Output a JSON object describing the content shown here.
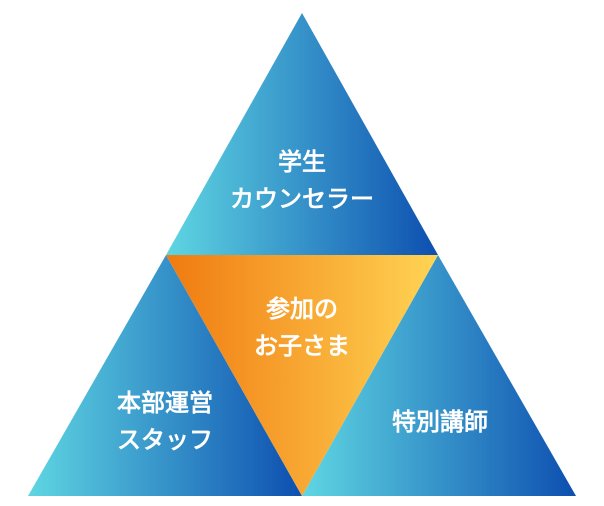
{
  "colors": {
    "blue_start": "#5fd6e2",
    "blue_end": "#0d4fb0",
    "orange_start": "#f07a10",
    "orange_end": "#ffd454",
    "label_text": "#ffffff"
  },
  "triangles": {
    "top": {
      "line1": "学生",
      "line2": "カウンセラー"
    },
    "center": {
      "line1": "参加の",
      "line2": "お子さま"
    },
    "bottom_left": {
      "line1": "本部運営",
      "line2": "スタッフ"
    },
    "bottom_right": {
      "line1": "特別講師"
    }
  }
}
